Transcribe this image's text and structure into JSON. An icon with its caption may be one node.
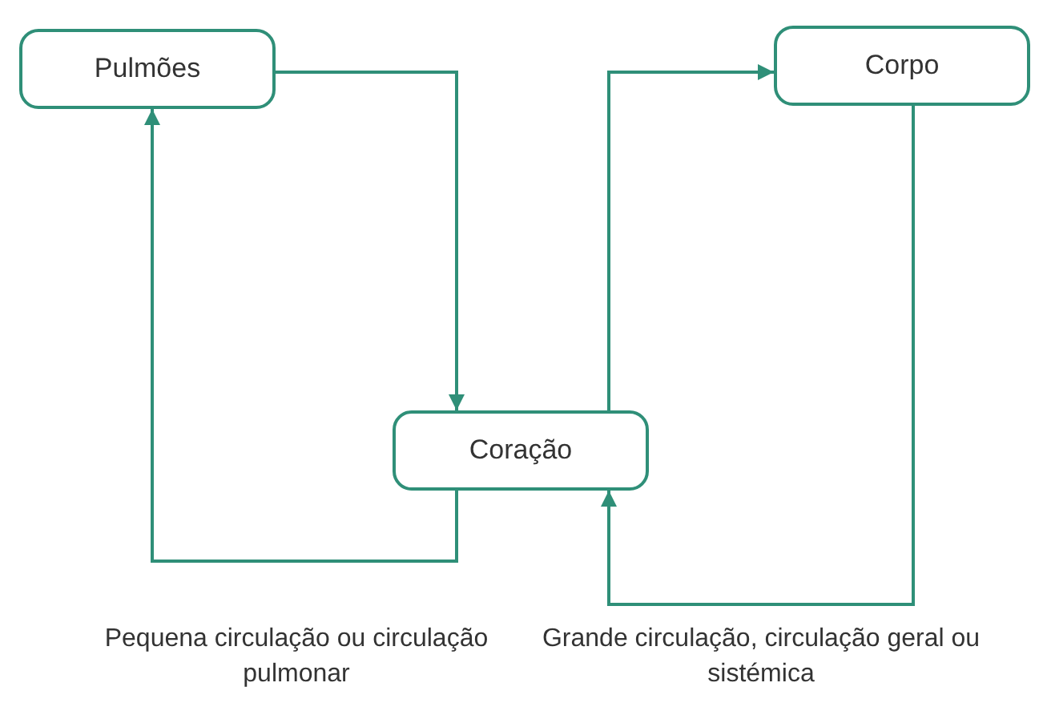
{
  "diagram": {
    "nodes": [
      {
        "text": [
          "Pulmões"
        ]
      },
      {
        "text": [
          "Corpo"
        ]
      },
      {
        "text": [
          "Coração"
        ]
      }
    ],
    "edges": [
      {
        "from": 0,
        "to": 2,
        "arrow": "to"
      },
      {
        "from": 2,
        "to": 0,
        "arrow": "to"
      },
      {
        "from": 2,
        "to": 1,
        "arrow": "to"
      },
      {
        "from": 1,
        "to": 2,
        "arrow": "to"
      }
    ],
    "labels": [
      "Pequena circulação ou circulação pulmonar",
      "Grande circulação, circulação geral ou sistémica"
    ]
  }
}
